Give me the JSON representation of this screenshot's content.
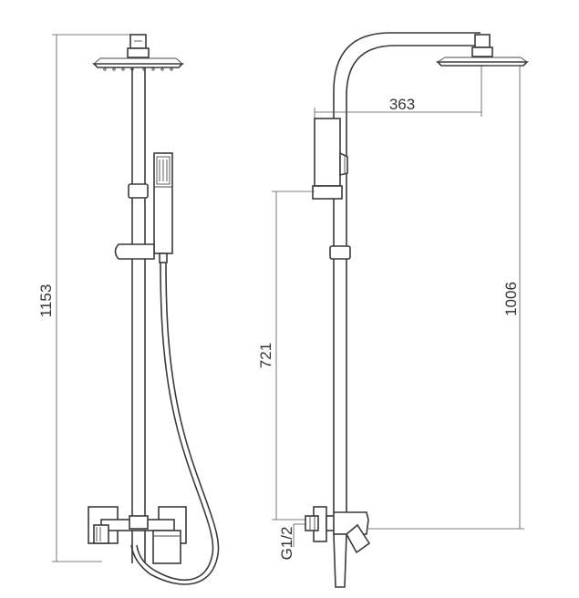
{
  "dimensions": {
    "total_height": "1153",
    "head_reach": "363",
    "handshower_height": "721",
    "head_height": "1006",
    "inlet_thread": "G1/2"
  }
}
